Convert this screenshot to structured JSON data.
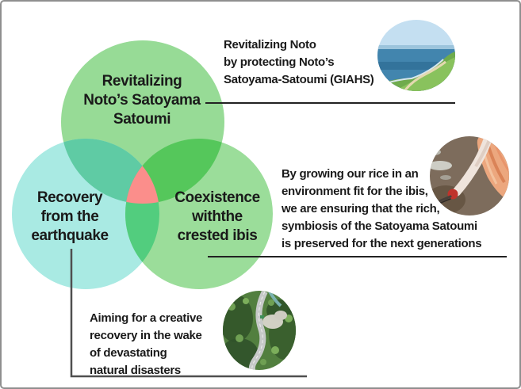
{
  "frame": {
    "background": "#ffffff",
    "border_color": "#8f8f8f"
  },
  "palette": {
    "circle_top": "#97DB96",
    "circle_left": "#A9EAE3",
    "circle_right": "#9BDD9A",
    "overlap_top_left": "#5FCBA4",
    "overlap_top_right": "#55C75B",
    "overlap_left_right": "#52CD7E",
    "overlap_center": "#FB8E8B",
    "text": "#1A1A1A",
    "connector": "#222222",
    "connector_gray": "#4F4F4F"
  },
  "venn": {
    "top": {
      "lines": [
        "Revitalizing",
        "Noto’s Satoyama",
        "Satoumi"
      ]
    },
    "left": {
      "lines": [
        "Recovery",
        "from the",
        "earthquake"
      ]
    },
    "right": {
      "lines": [
        "Coexistence",
        "withthe",
        "crested ibis"
      ]
    }
  },
  "callouts": {
    "giahs": {
      "lines": [
        "Revitalizing Noto",
        "by protecting Noto’s",
        "Satoyama-Satoumi (GIAHS)"
      ],
      "photo": "coastline-aerial-photo"
    },
    "ibis": {
      "lines": [
        "By growing our rice in an",
        "environment fit for the ibis,",
        "we are ensuring that the rich,",
        "symbiosis of the Satoyama Satoumi",
        "is preserved for the next generations"
      ],
      "photo": "crested-ibis-photo"
    },
    "recovery": {
      "lines": [
        "Aiming for a creative",
        "recovery in the wake",
        "of devastating",
        "natural disasters"
      ],
      "photo": "mountain-road-aerial-photo"
    }
  }
}
